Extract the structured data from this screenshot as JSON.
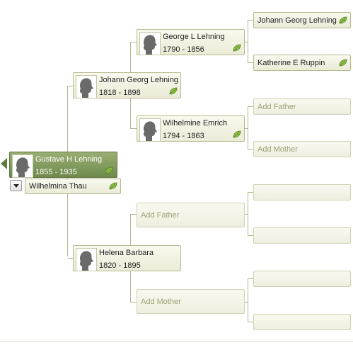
{
  "root": {
    "name": "Gustave H Lehning",
    "dates": "1855 - 1935",
    "spouse": "Wilhelmina Thau"
  },
  "father": {
    "name": "Johann Georg Lehning",
    "dates": "1818 - 1898"
  },
  "mother": {
    "name": "Helena Barbara",
    "dates": "1820 - 1895"
  },
  "paternal_grandfather": {
    "name": "George L Lehning",
    "dates": "1790 - 1856"
  },
  "paternal_grandmother": {
    "name": "Wilhelmine Emrich",
    "dates": "1794 - 1863"
  },
  "great_grandparents": {
    "gg1": "Johann Georg Lehning",
    "gg2": "Katherine E Ruppin",
    "gg3": "Add Father",
    "gg4": "Add Mother"
  },
  "maternal_placeholders": {
    "father": "Add Father",
    "mother": "Add Mother"
  },
  "colors": {
    "selected": "#7c9457",
    "leaf": "#6f9a2f",
    "line": "#b3b58e",
    "placeholder_text": "#9aa27a"
  },
  "icons": {
    "hint": "leaf-icon",
    "portrait": "silhouette-icon",
    "back": "arrow-left-icon",
    "dropdown": "chevron-down-icon"
  }
}
